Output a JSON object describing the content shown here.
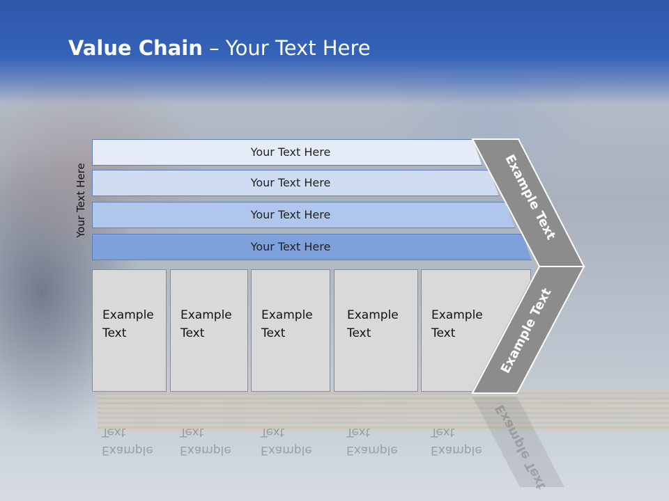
{
  "title": {
    "bold": "Value Chain",
    "rest": " – Your Text Here"
  },
  "side_label": "Your Text Here",
  "bars": [
    {
      "label": "Your Text Here",
      "color": "#e6ecf7"
    },
    {
      "label": "Your Text Here",
      "color": "#cfdcf2"
    },
    {
      "label": "Your Text Here",
      "color": "#b0c6ea"
    },
    {
      "label": "Your Text Here",
      "color": "#7ea1dc"
    }
  ],
  "boxes": [
    {
      "line1": "Example",
      "line2": "Text"
    },
    {
      "line1": "Example",
      "line2": "Text"
    },
    {
      "line1": "Example",
      "line2": "Text"
    },
    {
      "line1": "Example",
      "line2": "Text"
    },
    {
      "line1": "Example",
      "line2": "Text"
    }
  ],
  "chevron": {
    "upper_label": "Example Text",
    "lower_label": "Example Text",
    "color": "#8c8c8c"
  }
}
